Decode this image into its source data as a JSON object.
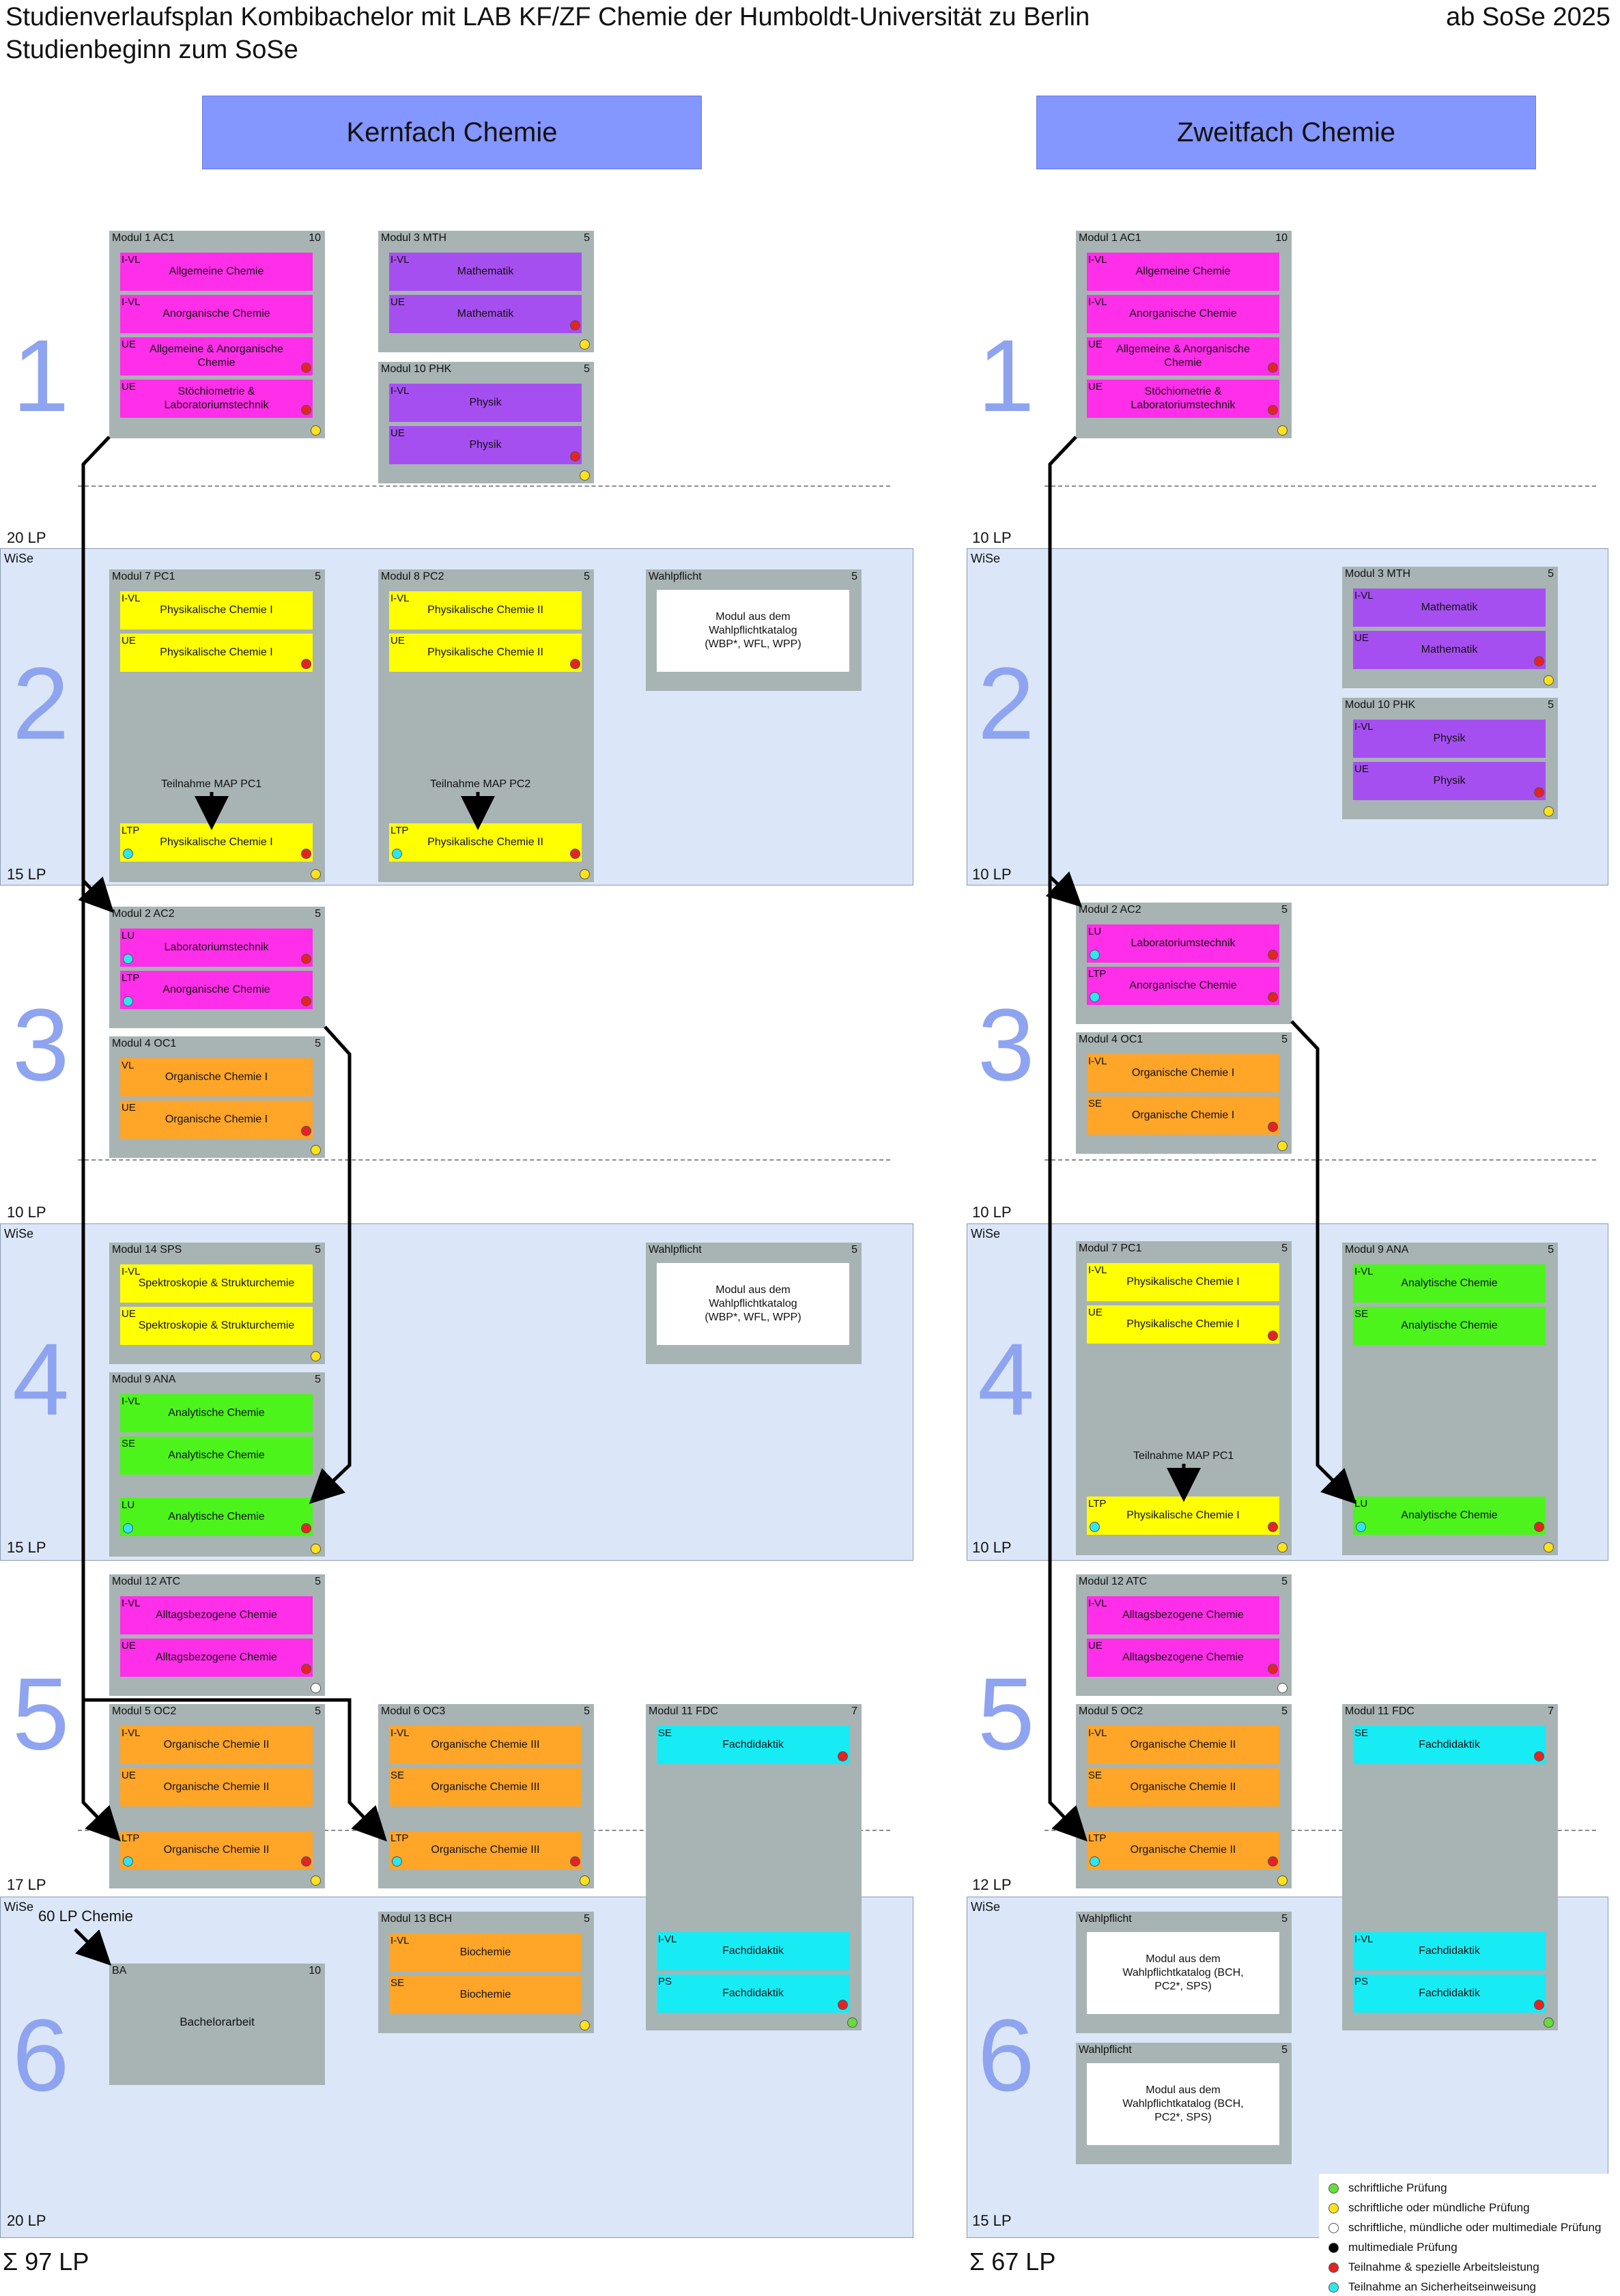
{
  "header": {
    "title_line1": "Studienverlaufsplan Kombibachelor mit LAB KF/ZF Chemie der Humboldt-Universität zu Berlin",
    "title_line2": "Studienbeginn zum SoSe",
    "valid_from": "ab SoSe 2025"
  },
  "columns": {
    "kf": "Kernfach Chemie",
    "zf": "Zweitfach Chemie"
  },
  "semesters": [
    "1",
    "2",
    "3",
    "4",
    "5",
    "6"
  ],
  "wise": "WiSe",
  "kf_lp": {
    "s1": "20 LP",
    "s2": "15 LP",
    "s3": "10 LP",
    "s4": "15 LP",
    "s5": "17 LP",
    "s6": "20 LP"
  },
  "zf_lp": {
    "s1": "10 LP",
    "s2": "10 LP",
    "s3": "10 LP",
    "s4": "10 LP",
    "s5": "12 LP",
    "s6": "15 LP"
  },
  "sums": {
    "kf": "Σ 97 LP",
    "zf": "Σ 67 LP"
  },
  "chem60": "60 LP Chemie",
  "teilnahme": {
    "pc1": "Teilnahme MAP PC1",
    "pc2": "Teilnahme MAP PC2"
  },
  "modules": {
    "kf_ac1": {
      "head": "Modul 1  AC1",
      "lp": "10",
      "bars": [
        {
          "type": "I-VL",
          "text": "Allgemeine Chemie"
        },
        {
          "type": "I-VL",
          "text": "Anorganische Chemie"
        },
        {
          "type": "UE",
          "text": "Allgemeine & Anorganische Chemie"
        },
        {
          "type": "UE",
          "text": "Stöchiometrie & Laboratoriumstechnik"
        }
      ]
    },
    "kf_mth": {
      "head": "Modul 3  MTH",
      "lp": "5",
      "bars": [
        {
          "type": "I-VL",
          "text": "Mathematik"
        },
        {
          "type": "UE",
          "text": "Mathematik"
        }
      ]
    },
    "kf_phk": {
      "head": "Modul 10  PHK",
      "lp": "5",
      "bars": [
        {
          "type": "I-VL",
          "text": "Physik"
        },
        {
          "type": "UE",
          "text": "Physik"
        }
      ]
    },
    "kf_pc1": {
      "head": "Modul 7  PC1",
      "lp": "5",
      "bars": [
        {
          "type": "I-VL",
          "text": "Physikalische Chemie I"
        },
        {
          "type": "UE",
          "text": "Physikalische Chemie I"
        },
        {
          "type": "LTP",
          "text": "Physikalische Chemie I"
        }
      ]
    },
    "kf_pc2": {
      "head": "Modul 8  PC2",
      "lp": "5",
      "bars": [
        {
          "type": "I-VL",
          "text": "Physikalische Chemie II"
        },
        {
          "type": "UE",
          "text": "Physikalische Chemie II"
        },
        {
          "type": "LTP",
          "text": "Physikalische Chemie II"
        }
      ]
    },
    "kf_wp1": {
      "head": "Wahlpflicht",
      "lp": "5",
      "bars": [
        {
          "type": "",
          "text": "Modul aus dem Wahlpflichtkatalog (WBP*, WFL, WPP)"
        }
      ]
    },
    "kf_ac2": {
      "head": "Modul 2  AC2",
      "lp": "5",
      "bars": [
        {
          "type": "LU",
          "text": "Laboratoriumstechnik"
        },
        {
          "type": "LTP",
          "text": "Anorganische Chemie"
        }
      ]
    },
    "kf_oc1": {
      "head": "Modul 4  OC1",
      "lp": "5",
      "bars": [
        {
          "type": "VL",
          "text": "Organische Chemie I"
        },
        {
          "type": "UE",
          "text": "Organische Chemie I"
        }
      ]
    },
    "kf_sps": {
      "head": "Modul 14  SPS",
      "lp": "5",
      "bars": [
        {
          "type": "I-VL",
          "text": "Spektroskopie & Strukturchemie"
        },
        {
          "type": "UE",
          "text": "Spektroskopie & Strukturchemie"
        }
      ]
    },
    "kf_wp2": {
      "head": "Wahlpflicht",
      "lp": "5",
      "bars": [
        {
          "type": "",
          "text": "Modul aus dem Wahlpflichtkatalog (WBP*, WFL, WPP)"
        }
      ]
    },
    "kf_ana": {
      "head": "Modul 9  ANA",
      "lp": "5",
      "bars": [
        {
          "type": "I-VL",
          "text": "Analytische Chemie"
        },
        {
          "type": "SE",
          "text": "Analytische Chemie"
        },
        {
          "type": "LU",
          "text": "Analytische Chemie"
        }
      ]
    },
    "kf_atc": {
      "head": "Modul 12  ATC",
      "lp": "5",
      "bars": [
        {
          "type": "I-VL",
          "text": "Alltagsbezogene Chemie"
        },
        {
          "type": "UE",
          "text": "Alltagsbezogene Chemie"
        }
      ]
    },
    "kf_oc2": {
      "head": "Modul 5  OC2",
      "lp": "5",
      "bars": [
        {
          "type": "I-VL",
          "text": "Organische Chemie II"
        },
        {
          "type": "UE",
          "text": "Organische Chemie II"
        },
        {
          "type": "LTP",
          "text": "Organische Chemie II"
        }
      ]
    },
    "kf_oc3": {
      "head": "Modul 6  OC3",
      "lp": "5",
      "bars": [
        {
          "type": "I-VL",
          "text": "Organische Chemie III"
        },
        {
          "type": "SE",
          "text": "Organische Chemie III"
        },
        {
          "type": "LTP",
          "text": "Organische Chemie III"
        }
      ]
    },
    "kf_fdc": {
      "head": "Modul 11  FDC",
      "lp": "7",
      "bars": [
        {
          "type": "SE",
          "text": "Fachdidaktik"
        },
        {
          "type": "I-VL",
          "text": "Fachdidaktik"
        },
        {
          "type": "PS",
          "text": "Fachdidaktik"
        }
      ]
    },
    "kf_bch": {
      "head": "Modul 13  BCH",
      "lp": "5",
      "bars": [
        {
          "type": "I-VL",
          "text": "Biochemie"
        },
        {
          "type": "SE",
          "text": "Biochemie"
        }
      ]
    },
    "kf_ba": {
      "head": "BA",
      "lp": "10",
      "text": "Bachelorarbeit"
    },
    "zf_ac1": {
      "head": "Modul 1  AC1",
      "lp": "10",
      "bars": [
        {
          "type": "I-VL",
          "text": "Allgemeine Chemie"
        },
        {
          "type": "I-VL",
          "text": "Anorganische Chemie"
        },
        {
          "type": "UE",
          "text": "Allgemeine & Anorganische Chemie"
        },
        {
          "type": "UE",
          "text": "Stöchiometrie & Laboratoriumstechnik"
        }
      ]
    },
    "zf_mth": {
      "head": "Modul 3  MTH",
      "lp": "5",
      "bars": [
        {
          "type": "I-VL",
          "text": "Mathematik"
        },
        {
          "type": "UE",
          "text": "Mathematik"
        }
      ]
    },
    "zf_phk": {
      "head": "Modul 10  PHK",
      "lp": "5",
      "bars": [
        {
          "type": "I-VL",
          "text": "Physik"
        },
        {
          "type": "UE",
          "text": "Physik"
        }
      ]
    },
    "zf_ac2": {
      "head": "Modul 2  AC2",
      "lp": "5",
      "bars": [
        {
          "type": "LU",
          "text": "Laboratoriumstechnik"
        },
        {
          "type": "LTP",
          "text": "Anorganische Chemie"
        }
      ]
    },
    "zf_oc1": {
      "head": "Modul 4  OC1",
      "lp": "5",
      "bars": [
        {
          "type": "I-VL",
          "text": "Organische Chemie I"
        },
        {
          "type": "SE",
          "text": "Organische Chemie I"
        }
      ]
    },
    "zf_pc1": {
      "head": "Modul 7  PC1",
      "lp": "5",
      "bars": [
        {
          "type": "I-VL",
          "text": "Physikalische Chemie I"
        },
        {
          "type": "UE",
          "text": "Physikalische Chemie I"
        },
        {
          "type": "LTP",
          "text": "Physikalische Chemie I"
        }
      ]
    },
    "zf_ana": {
      "head": "Modul 9  ANA",
      "lp": "5",
      "bars": [
        {
          "type": "I-VL",
          "text": "Analytische Chemie"
        },
        {
          "type": "SE",
          "text": "Analytische Chemie"
        },
        {
          "type": "LU",
          "text": "Analytische Chemie"
        }
      ]
    },
    "zf_atc": {
      "head": "Modul 12  ATC",
      "lp": "5",
      "bars": [
        {
          "type": "I-VL",
          "text": "Alltagsbezogene Chemie"
        },
        {
          "type": "UE",
          "text": "Alltagsbezogene Chemie"
        }
      ]
    },
    "zf_oc2": {
      "head": "Modul 5  OC2",
      "lp": "5",
      "bars": [
        {
          "type": "I-VL",
          "text": "Organische Chemie II"
        },
        {
          "type": "SE",
          "text": "Organische Chemie II"
        },
        {
          "type": "LTP",
          "text": "Organische Chemie II"
        }
      ]
    },
    "zf_fdc": {
      "head": "Modul 11  FDC",
      "lp": "7",
      "bars": [
        {
          "type": "SE",
          "text": "Fachdidaktik"
        },
        {
          "type": "I-VL",
          "text": "Fachdidaktik"
        },
        {
          "type": "PS",
          "text": "Fachdidaktik"
        }
      ]
    },
    "zf_wp1": {
      "head": "Wahlpflicht",
      "lp": "5",
      "bars": [
        {
          "type": "",
          "text": "Modul aus dem Wahlpflichtkatalog (BCH, PC2*, SPS)"
        }
      ]
    },
    "zf_wp2": {
      "head": "Wahlpflicht",
      "lp": "5",
      "bars": [
        {
          "type": "",
          "text": "Modul aus dem Wahlpflichtkatalog (BCH, PC2*, SPS)"
        }
      ]
    }
  },
  "legend": [
    {
      "color": "#67dc3b",
      "text": "schriftliche Prüfung"
    },
    {
      "color": "#ffe21a",
      "text": "schriftliche oder mündliche Prüfung"
    },
    {
      "color": "#ffffff",
      "text": "schriftliche, mündliche oder multimediale Prüfung"
    },
    {
      "color": "#000000",
      "text": "multimediale Prüfung"
    },
    {
      "color": "#e62222",
      "text": "Teilnahme & spezielle Arbeitsleistung"
    },
    {
      "color": "#2ee6f0",
      "text": "Teilnahme an Sicherheitseinweisung"
    }
  ]
}
